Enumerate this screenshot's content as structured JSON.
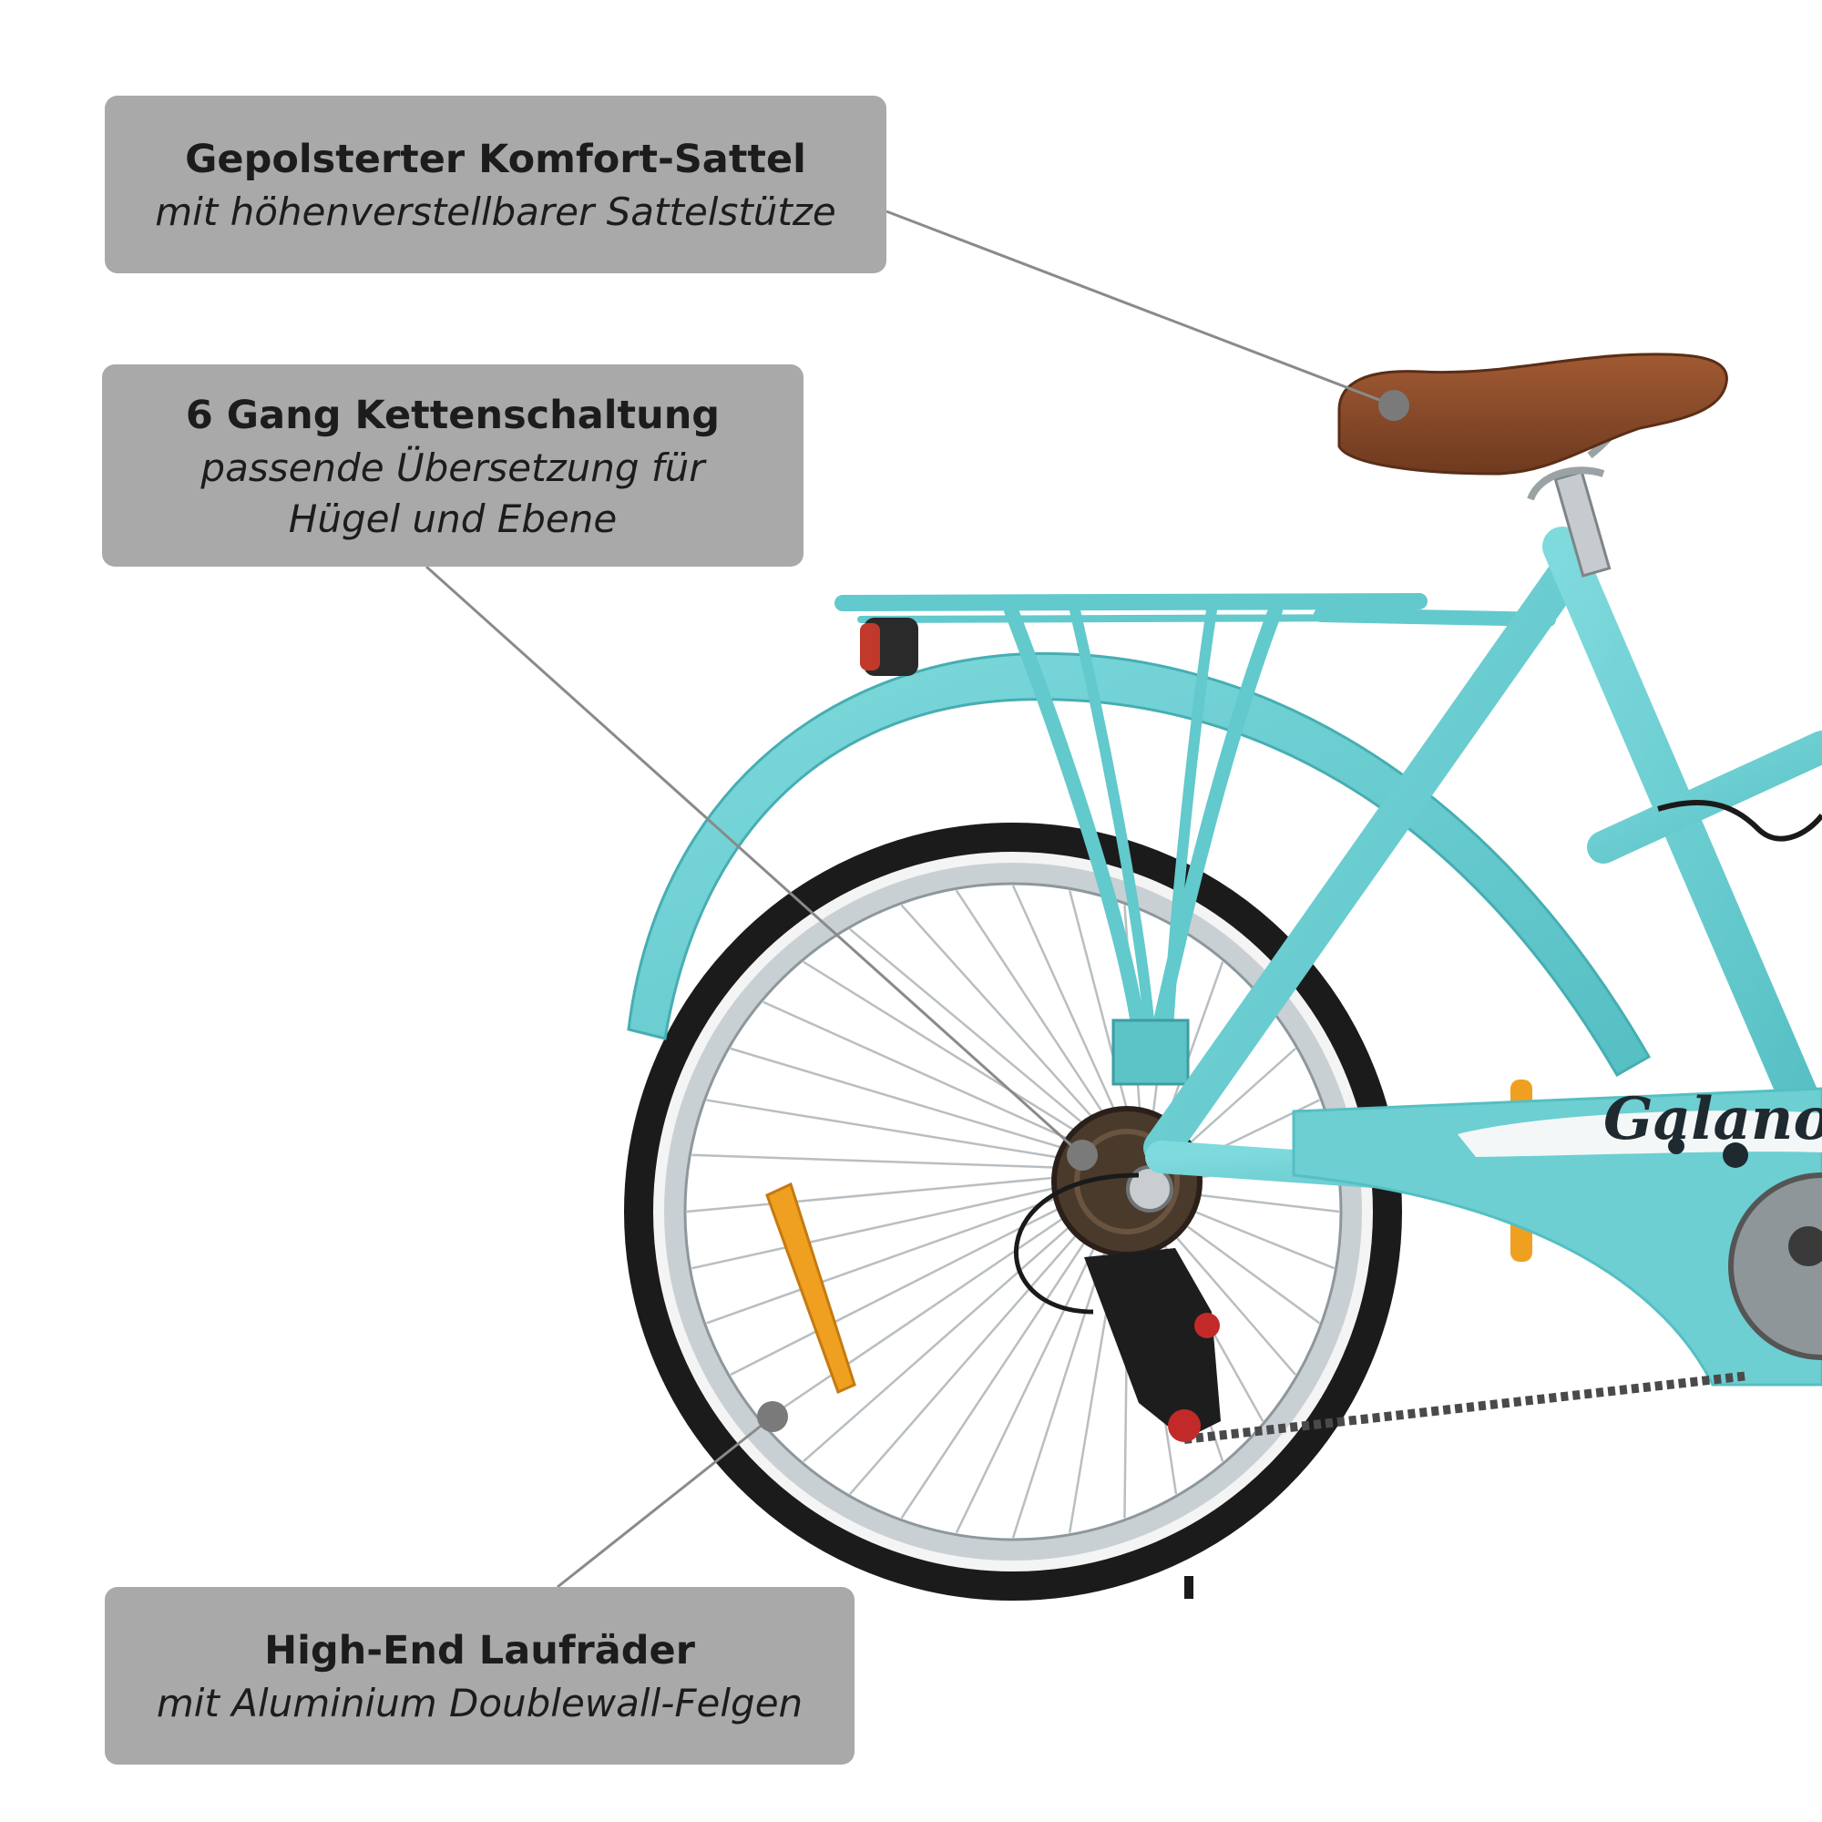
{
  "callouts": {
    "saddle": {
      "title": "Gepolsterter Komfort-Sattel",
      "subtitle": "mit höhenverstellbarer Sattelstütze"
    },
    "gears": {
      "title": "6 Gang Kettenschaltung",
      "subtitle_line1": "passende Übersetzung für",
      "subtitle_line2": "Hügel und Ebene"
    },
    "wheels": {
      "title": "High-End Laufräder",
      "subtitle": "mit Aluminium Doublewall-Felgen"
    }
  },
  "bike": {
    "brand_text": "Galano",
    "frame_color": "#6dcfd2",
    "saddle_color": "#8b4a2a",
    "reflector_color": "#f0a020"
  },
  "colors": {
    "callout_bg": "#a9a9a9",
    "leader_line": "#8a8a8a",
    "leader_dot": "#7a7a7a"
  }
}
